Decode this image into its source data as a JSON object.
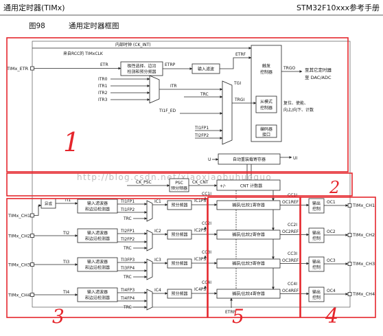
{
  "header": {
    "section": "通用定时器(TIMx)",
    "manual": "STM32F10xxx参考手册"
  },
  "figure": {
    "number": "图98",
    "title": "通用定时器框图"
  },
  "watermark": "http://blog.csdn.net/xiaoxiaobuhuoguo",
  "clock": {
    "internal": "内部时钟 (CK_INT)",
    "source": "来自RCC的 TIMxCLK"
  },
  "etr": {
    "pin": "TIMx_ETR",
    "signal": "ETR",
    "polarity_block": [
      "极性选择、边沿",
      "检测和预分频器"
    ],
    "etrp": "ETRP",
    "filter_block": "输入滤波",
    "etrf": "ETRF"
  },
  "trigger": {
    "controller": [
      "触发",
      "控制器"
    ],
    "trgo": "TRGO",
    "trgo_targets": [
      "至其它定时器",
      "至 DAC/ADC"
    ],
    "itr_inputs": [
      "ITR0",
      "ITR1",
      "ITR2",
      "ITR3"
    ],
    "itr": "ITR",
    "tgi": "TGI",
    "trc": "TRC",
    "trgi": "TRGI",
    "ti1f_ed": "TI1F_ED",
    "ti1fp1": "TI1FP1",
    "ti2fp2": "TI2FP2",
    "slave_mode": [
      "从模式",
      "控制器"
    ],
    "slave_outputs": [
      "复位、使能、",
      "向上/向下、计数"
    ],
    "encoder": [
      "编码器",
      "接口"
    ]
  },
  "time_base": {
    "update": "U",
    "auto_reload": "自动重装载寄存器",
    "update_interrupt": "UI",
    "ck_psc": "CK_PSC",
    "prescaler": [
      "PSC",
      "预分频器"
    ],
    "ck_cnt": "CK_CNT",
    "direction": "+/-",
    "counter": "CNT 计数器"
  },
  "xor": "异或",
  "channels": [
    {
      "pin_in": "TIMx_CH1",
      "ti": "TI1",
      "filter": [
        "输入滤波器",
        "和边沿检测器"
      ],
      "fp_a": "TI1FP1",
      "fp_b": "TI1FP2",
      "trc": "TRC",
      "ic": "IC1",
      "prescaler": "预分频器",
      "icps": "IC1PS",
      "cci_capture": "CC1I",
      "register": "捕获/比较1寄存器",
      "ocref": "OC1REF",
      "cci_compare": "CC1I",
      "output_ctrl": [
        "输出",
        "控制"
      ],
      "oc": "OC1",
      "pin_out": "TIMx_CH1"
    },
    {
      "pin_in": "TIMx_CH2",
      "ti": "TI2",
      "filter": [
        "输入滤波器",
        "和边沿检测器"
      ],
      "fp_a": "TI2FP1",
      "fp_b": "TI2FP2",
      "trc": "TRC",
      "ic": "IC2",
      "prescaler": "预分频器",
      "icps": "IC2PS",
      "cci_capture": "CC2I",
      "register": "捕获/比较2寄存器",
      "ocref": "OC2REF",
      "cci_compare": "CC2I",
      "output_ctrl": [
        "输出",
        "控制"
      ],
      "oc": "OC2",
      "pin_out": "TIMx_CH2"
    },
    {
      "pin_in": "TIMx_CH3",
      "ti": "TI3",
      "filter": [
        "输入滤波器",
        "和边沿检测器"
      ],
      "fp_a": "TI3FP3",
      "fp_b": "TI3FP4",
      "trc": "TRC",
      "ic": "IC3",
      "prescaler": "预分频器",
      "icps": "IC3PS",
      "cci_capture": "CC3I",
      "register": "捕获/比较3寄存器",
      "ocref": "OC3REF",
      "cci_compare": "CC3I",
      "output_ctrl": [
        "输出",
        "控制"
      ],
      "oc": "OC3",
      "pin_out": "TIMx_CH3"
    },
    {
      "pin_in": "TIMx_CH4",
      "ti": "TI4",
      "filter": [
        "输入滤波器",
        "和边沿检测器"
      ],
      "fp_a": "TI4FP3",
      "fp_b": "TI4FP4",
      "trc": "TRC",
      "ic": "IC4",
      "prescaler": "预分频器",
      "icps": "IC4PS",
      "cci_capture": "CC4I",
      "register": "捕获/比较4寄存器",
      "ocref": "OC4REF",
      "cci_compare": "CC4I",
      "output_ctrl": [
        "输出",
        "控制"
      ],
      "oc": "OC4",
      "pin_out": "TIMx_CH4"
    }
  ],
  "ocref_clear_input": "ETRF",
  "annotations": {
    "region_1": "1",
    "region_2": "2",
    "region_3": "3",
    "region_4": "4",
    "region_5": "5"
  },
  "colors": {
    "annotation": "#e5262c",
    "ink": "#222222",
    "watermark": "#bdbdbd"
  }
}
